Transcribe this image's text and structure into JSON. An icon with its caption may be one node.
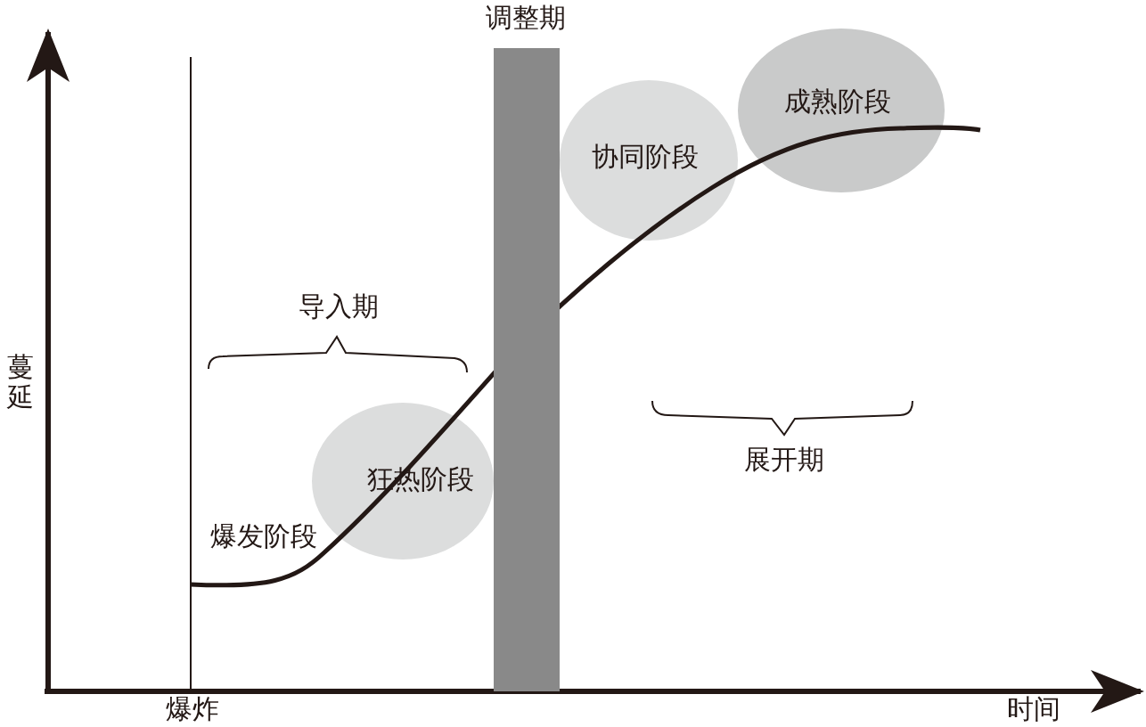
{
  "diagram": {
    "nodes": [
      {
        "text": [],
        "shape": "bar",
        "beside": [
          "调整期"
        ]
      },
      {
        "text": [
          "协同阶段"
        ]
      },
      {
        "text": [
          "成熟阶段"
        ]
      },
      {
        "text": [
          "狂热阶段"
        ]
      }
    ],
    "labels": [
      "导入期",
      "展开期",
      "爆发阶段",
      "蔓延",
      "爆炸",
      "时间"
    ]
  }
}
